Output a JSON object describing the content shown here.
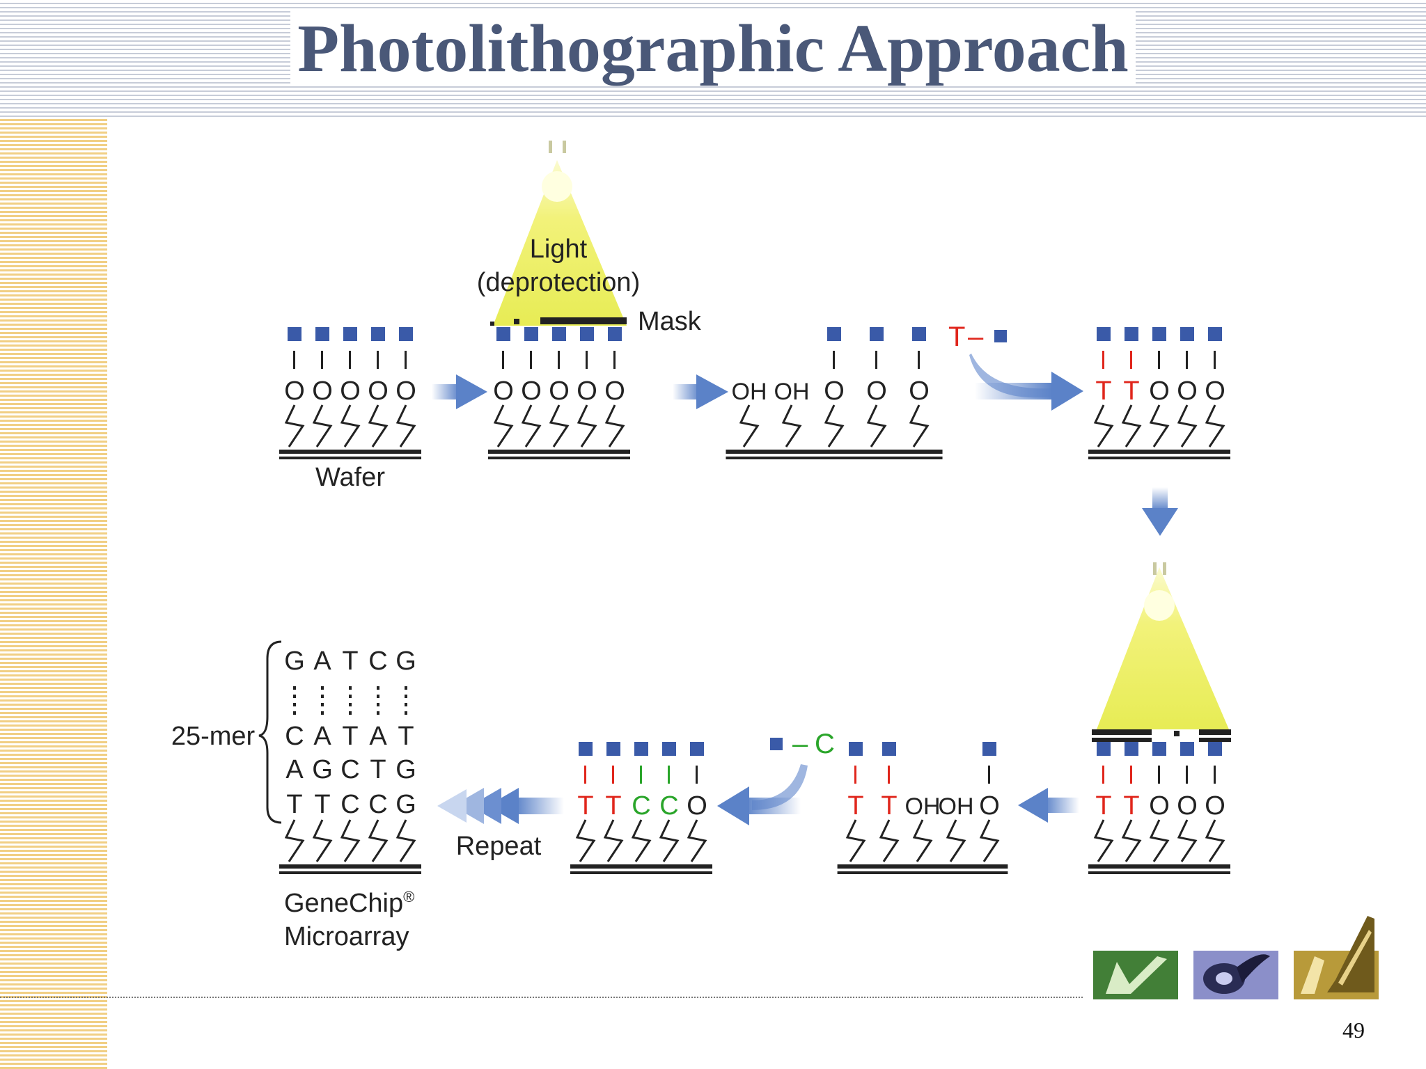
{
  "slide": {
    "title": "Photolithographic Approach",
    "page_number": "49"
  },
  "diagram": {
    "light_label_line1": "Light",
    "light_label_line2": "(deprotection)",
    "mask_label": "Mask",
    "wafer_label": "Wafer",
    "reagent_t": "T",
    "reagent_c": "C",
    "reagent_dash": "–",
    "repeat_label": "Repeat",
    "oligo_length_label": "25-mer",
    "genechip_line1": "GeneChip",
    "genechip_registered": "®",
    "genechip_line2": "Microarray",
    "oligo_rows": [
      [
        "G",
        "A",
        "T",
        "C",
        "G"
      ],
      [
        "C",
        "A",
        "T",
        "A",
        "T"
      ],
      [
        "A",
        "G",
        "C",
        "T",
        "G"
      ],
      [
        "T",
        "T",
        "C",
        "C",
        "G"
      ]
    ],
    "stage1_groups": [
      "O",
      "O",
      "O",
      "O",
      "O"
    ],
    "stage2_groups": [
      "O",
      "O",
      "O",
      "O",
      "O"
    ],
    "stage3_groups": [
      "OH",
      "OH",
      "O",
      "O",
      "O"
    ],
    "stage4_groups": [
      "T",
      "T",
      "O",
      "O",
      "O"
    ],
    "stage5_groups": [
      "T",
      "T",
      "O",
      "O",
      "O"
    ],
    "stage6_groups": [
      "T",
      "T",
      "OH",
      "OH",
      "O"
    ],
    "stage7_groups": [
      "T",
      "T",
      "C",
      "C",
      "O"
    ]
  },
  "colors": {
    "title": "#4a5878",
    "protecting_group": "#3a5aa8",
    "thymine": "#e0261c",
    "cytosine": "#2aa52a",
    "light": "#f2f27a",
    "arrow": "#5b82c8"
  }
}
